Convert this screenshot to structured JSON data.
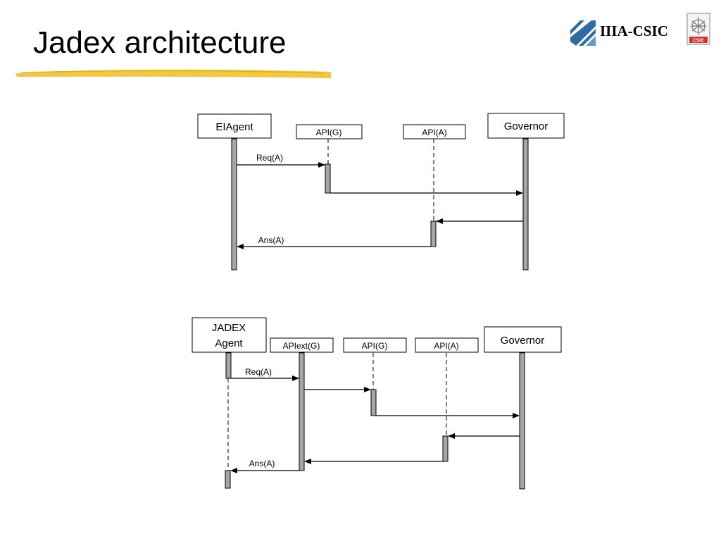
{
  "slide": {
    "title": "Jadex architecture",
    "logo_text": "IIIA-CSIC",
    "logo_badge": "CSIC"
  },
  "diagram1": {
    "participants": [
      "EIAgent",
      "API(G)",
      "API(A)",
      "Governor"
    ],
    "messages": [
      "Req(A)",
      "Ans(A)"
    ]
  },
  "diagram2": {
    "participants": [
      "JADEX",
      "Agent",
      "APIext(G)",
      "API(G)",
      "API(A)",
      "Governor"
    ],
    "messages": [
      "Req(A)",
      "Ans(A)"
    ]
  },
  "colors": {
    "lifeline_fill": "#a6a6a6",
    "highlighter": "#f2c12e",
    "logo_blue": "#2e6da4"
  }
}
